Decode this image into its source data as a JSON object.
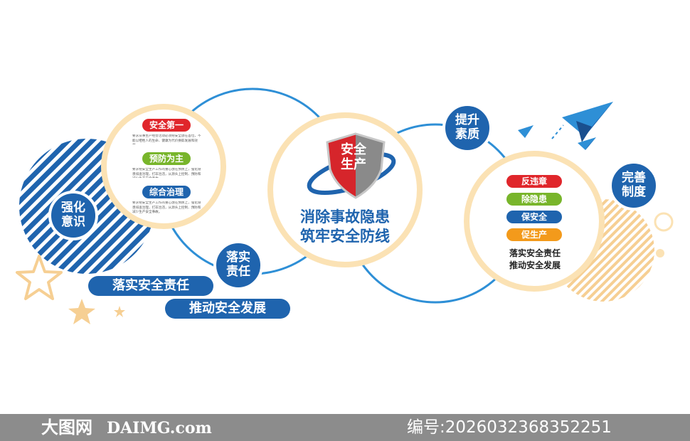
{
  "left_badge": {
    "line1": "强化",
    "line2": "意识"
  },
  "left_panel": {
    "pill1": "安全第一",
    "text1": "要求从事生产经营活动必须把安全放在首位，不能以牺牲人的生命、健康为代价换取发展和效益。",
    "pill2": "预防为主",
    "text2": "要求把安全生产工作的重心放在预防上，强化隐患排查治理，打非治违，从源头上控制、预防和减少生产安全事故。",
    "pill3": "综合治理",
    "text3": "要求把安全生产工作的重心放在预防上，强化隐患排查治理，打非治违，从源头上控制、预防和减少生产安全事故。"
  },
  "luoshi_badge": {
    "line1": "落实",
    "line2": "责任"
  },
  "banners": {
    "b1": "落实安全责任",
    "b2": "推动安全发展"
  },
  "center": {
    "shield_line1": "安全",
    "shield_line2": "生产",
    "title_line1": "消除事故隐患",
    "title_line2": "筑牢安全防线"
  },
  "tisheng_badge": {
    "line1": "提升",
    "line2": "素质"
  },
  "right_panel": {
    "pill1": "反违章",
    "pill2": "除隐患",
    "pill3": "保安全",
    "pill4": "促生产",
    "text_line1": "落实安全责任",
    "text_line2": "推动安全发展"
  },
  "wanshan_badge": {
    "line1": "完善",
    "line2": "制度"
  },
  "footer": {
    "logo_cn": "大图网",
    "logo_en": "DAIMG.com",
    "serial": "编号:20260323683522​51"
  },
  "colors": {
    "blue": "#1f64ae",
    "light_blue_line": "#2e8fd6",
    "peach": "#fbe2b4",
    "red": "#e0262b",
    "green": "#78b52b",
    "orange": "#f39a1b",
    "footer_bg": "#8c8c8c"
  },
  "icons": [
    "paper-plane-icon",
    "star-icon",
    "shield-icon"
  ]
}
